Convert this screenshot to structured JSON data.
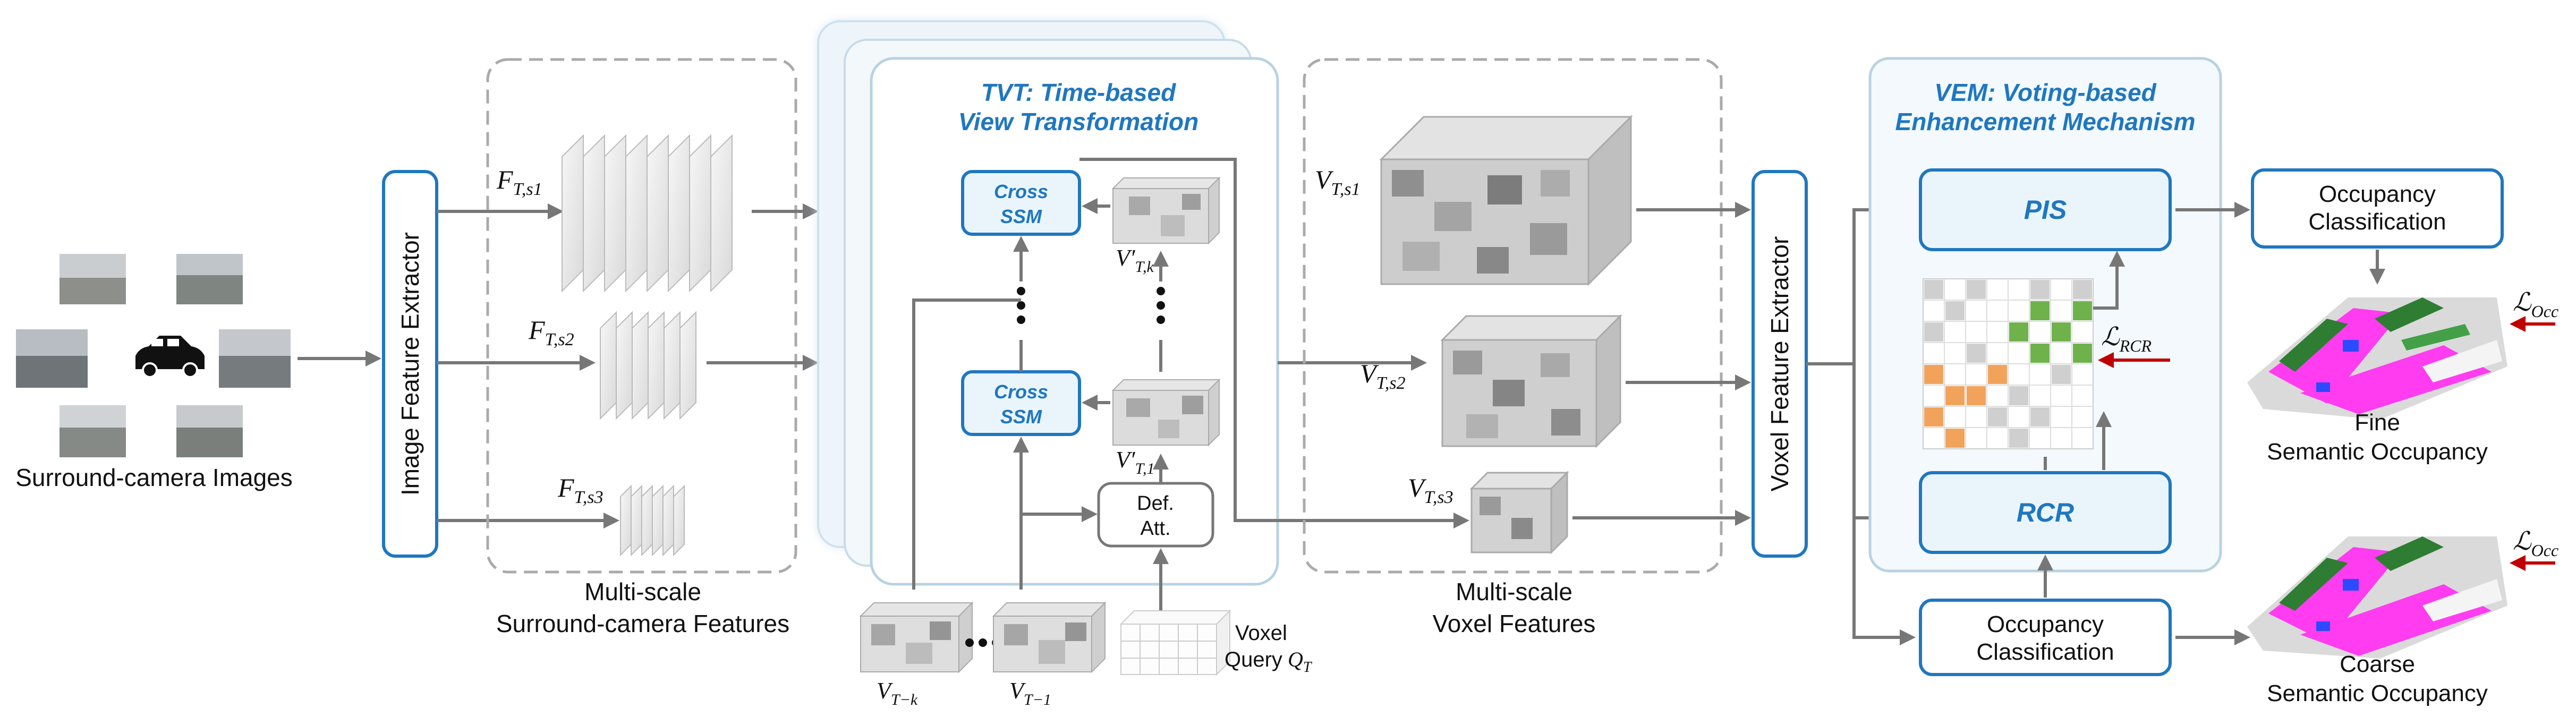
{
  "input": {
    "caption": "Surround-camera Images"
  },
  "extractors": {
    "image": "Image Feature Extractor",
    "voxel": "Voxel Feature Extractor"
  },
  "features": {
    "f1": {
      "base": "F",
      "sub": "T,s1"
    },
    "f2": {
      "base": "F",
      "sub": "T,s2"
    },
    "f3": {
      "base": "F",
      "sub": "T,s3"
    },
    "caption_line1": "Multi-scale",
    "caption_line2": "Surround-camera Features"
  },
  "tvt": {
    "title_line1": "TVT: Time-based",
    "title_line2": "View Transformation",
    "cross_ssm_line1": "Cross",
    "cross_ssm_line2": "SSM",
    "vk": {
      "base": "V′",
      "sub": "T,k"
    },
    "v1": {
      "base": "V′",
      "sub": "T,1"
    },
    "def_att_line1": "Def.",
    "def_att_line2": "Att.",
    "v_tk": {
      "base": "V",
      "sub": "T−k"
    },
    "v_t1": {
      "base": "V",
      "sub": "T−1"
    },
    "query_line1": "Voxel",
    "query_line2": "Query",
    "query_sym": {
      "base": "Q",
      "sub": "T"
    }
  },
  "voxels": {
    "v1": {
      "base": "V",
      "sub": "T,s1"
    },
    "v2": {
      "base": "V",
      "sub": "T,s2"
    },
    "v3": {
      "base": "V",
      "sub": "T,s3"
    },
    "caption_line1": "Multi-scale",
    "caption_line2": "Voxel Features"
  },
  "vem": {
    "title_line1": "VEM: Voting-based",
    "title_line2": "Enhancement Mechanism",
    "pis": "PIS",
    "rcr": "RCR",
    "loss_rcr": {
      "base": "ℒ",
      "sub": "RCR"
    }
  },
  "outputs": {
    "occ_cls_line1": "Occupancy",
    "occ_cls_line2": "Classification",
    "fine_line1": "Fine",
    "fine_line2": "Semantic Occupancy",
    "coarse_line1": "Coarse",
    "coarse_line2": "Semantic Occupancy",
    "loss_occ": {
      "base": "ℒ",
      "sub": "Occ"
    }
  },
  "colors": {
    "accent": "#1f77c0",
    "box_fill": "#eaf5fb",
    "arrow": "#777777",
    "loss_arrow": "#c00000",
    "green": "#6fb24c",
    "orange": "#f2a35b",
    "magenta": "#ff3cf0"
  }
}
